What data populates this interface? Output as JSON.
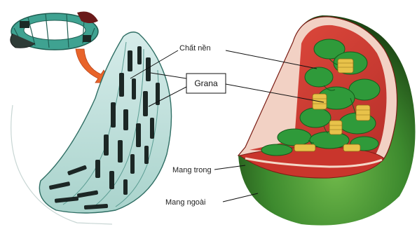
{
  "labels": {
    "chat_nen": "Chất nền",
    "grana": "Grana",
    "mang_trong": "Mang trong",
    "mang_ngoai": "Mang ngoài"
  },
  "colors": {
    "outer_green": "#3d8a2e",
    "outer_dark": "#1f4d18",
    "stroma_red": "#d9443a",
    "thylakoid_green": "#2f9a3a",
    "granum_yellow": "#e8c24a",
    "arrow_orange": "#e8642a",
    "sketch_teal": "#4a9a8a"
  },
  "icons": {
    "pointer_arrow": "orange-curved-arrow-icon"
  }
}
